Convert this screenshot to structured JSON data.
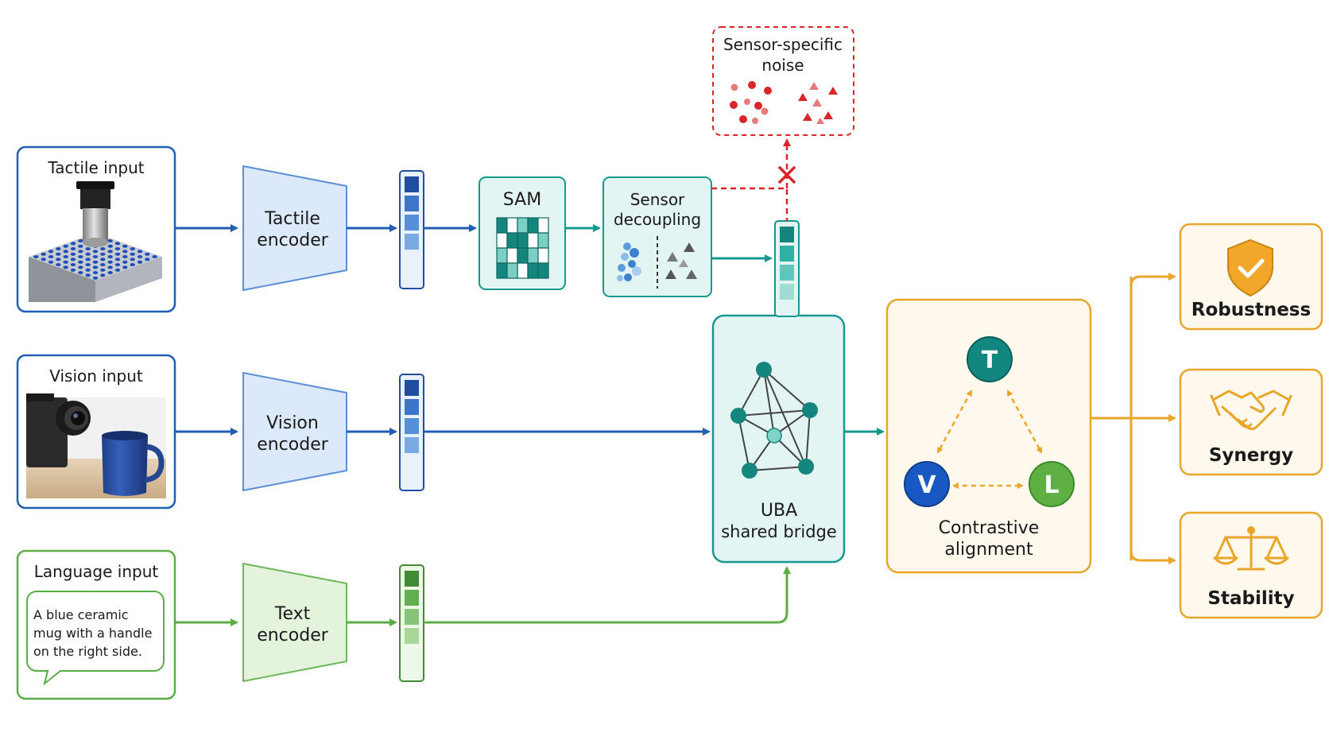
{
  "inputs": {
    "tactile": {
      "title": "Tactile input"
    },
    "vision": {
      "title": "Vision input"
    },
    "language": {
      "title": "Language input",
      "text": "A blue ceramic mug with a handle on the right side."
    }
  },
  "encoders": {
    "tactile": [
      "Tactile",
      "encoder"
    ],
    "vision": [
      "Vision",
      "encoder"
    ],
    "text": [
      "Text",
      "encoder"
    ]
  },
  "sam": {
    "label": "SAM"
  },
  "decoupling": {
    "label": [
      "Sensor",
      "decoupling"
    ]
  },
  "noise": {
    "label": [
      "Sensor-specific",
      "noise"
    ]
  },
  "bridge": {
    "label": [
      "UBA",
      "shared bridge"
    ]
  },
  "alignment": {
    "label": [
      "Contrastive",
      "alignment"
    ],
    "nodes": {
      "t": "T",
      "v": "V",
      "l": "L"
    }
  },
  "outcomes": {
    "robustness": "Robustness",
    "synergy": "Synergy",
    "stability": "Stability"
  },
  "colors": {
    "blue": "#1f5fb4",
    "blue_fill": "#dbe9fb",
    "teal": "#16988f",
    "teal_fill": "#e3f5f3",
    "green": "#5aae45",
    "green_fill": "#e4f3dc",
    "orange": "#e9a62a",
    "orange_fill": "#fff8ec",
    "red": "#d9262a"
  }
}
